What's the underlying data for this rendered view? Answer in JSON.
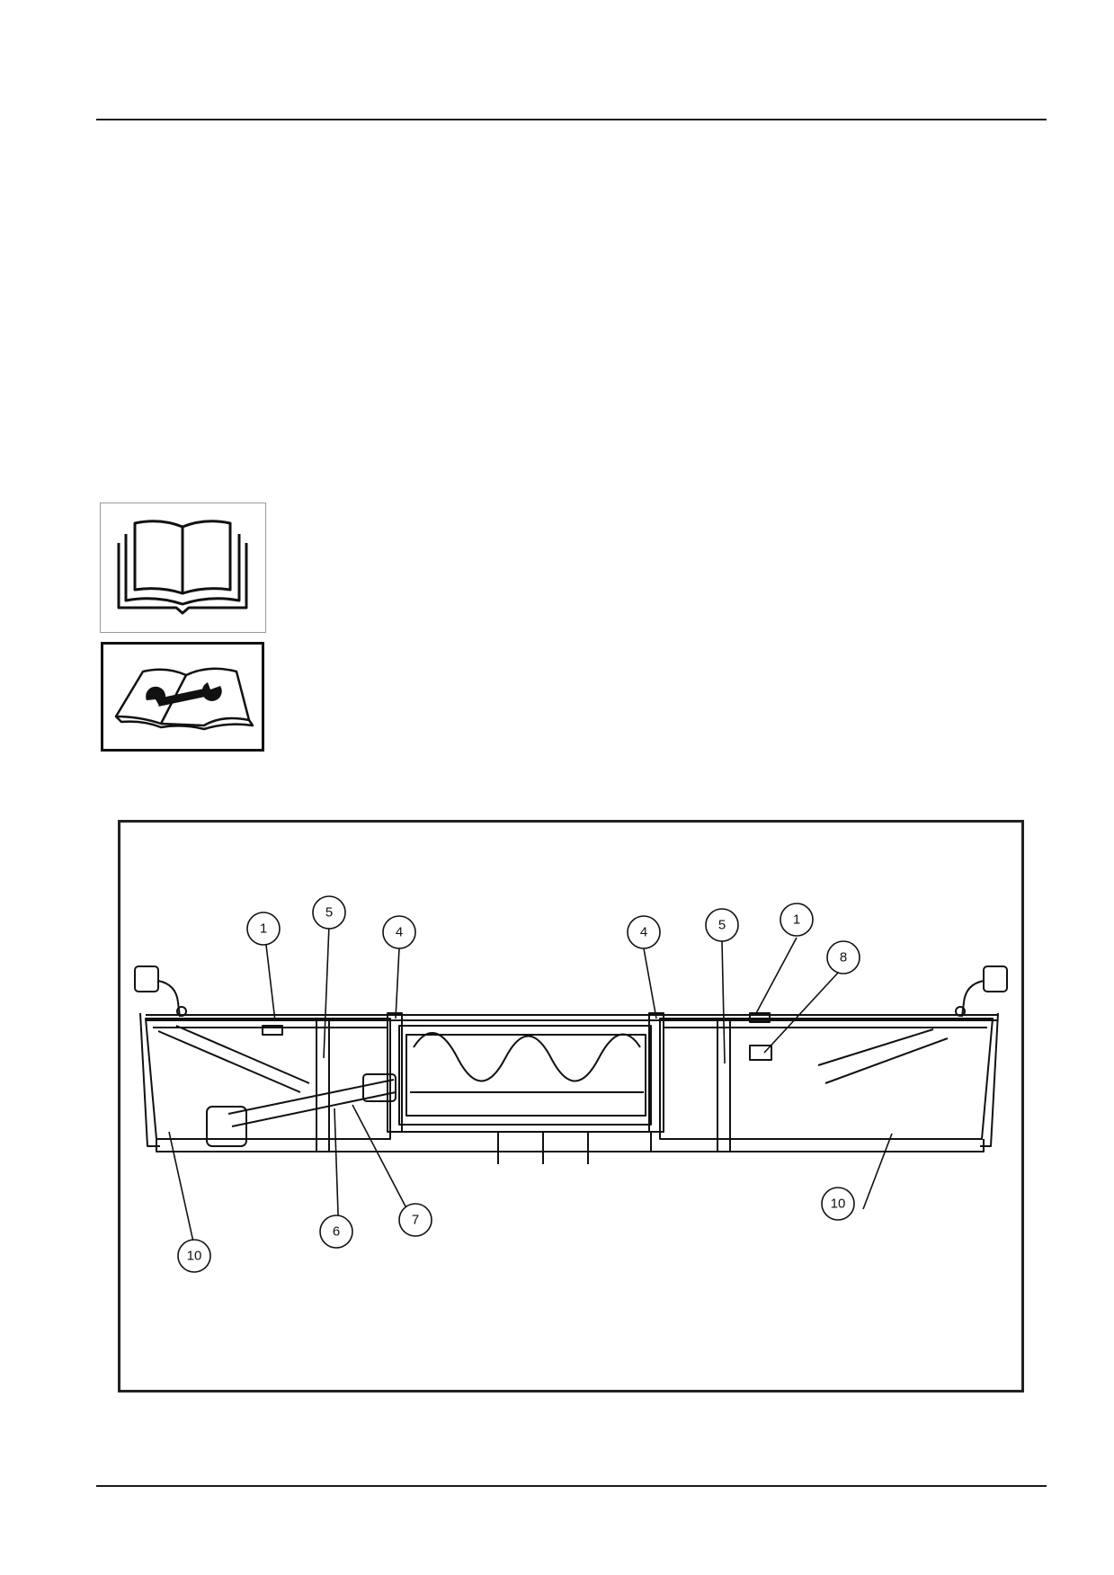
{
  "icons": {
    "operator_manual": "open-book-icon",
    "service_manual": "wrench-book-icon"
  },
  "figure": {
    "callouts": [
      {
        "id": "c1-left",
        "label": "1"
      },
      {
        "id": "c5-left",
        "label": "5"
      },
      {
        "id": "c4-left",
        "label": "4"
      },
      {
        "id": "c4-right",
        "label": "4"
      },
      {
        "id": "c5-right",
        "label": "5"
      },
      {
        "id": "c1-right",
        "label": "1"
      },
      {
        "id": "c8",
        "label": "8"
      },
      {
        "id": "c10-right",
        "label": "10"
      },
      {
        "id": "c7",
        "label": "7"
      },
      {
        "id": "c6",
        "label": "6"
      },
      {
        "id": "c10-left",
        "label": "10"
      }
    ]
  }
}
